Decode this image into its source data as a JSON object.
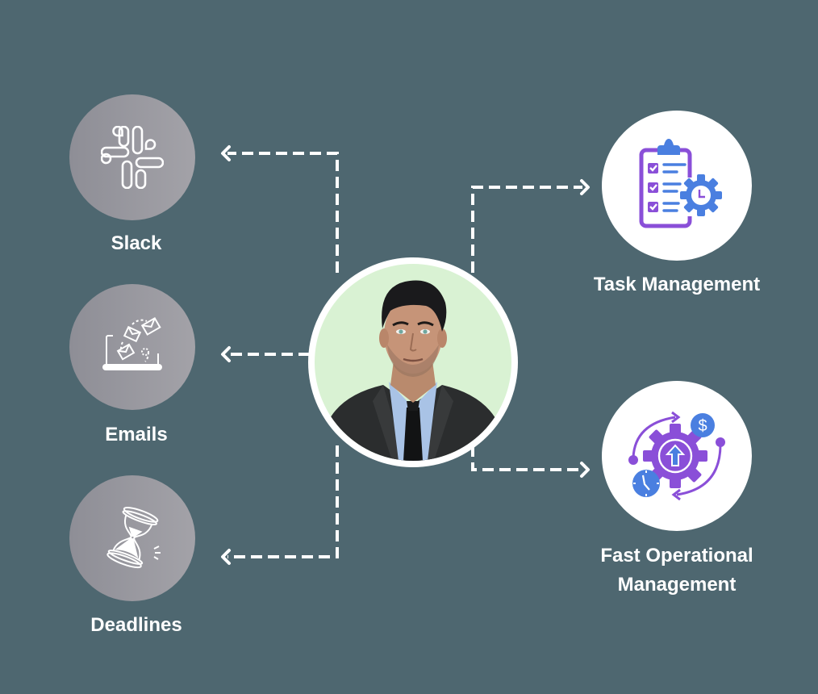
{
  "colors": {
    "background": "#4e6770",
    "left_circle_start": "#8e8e96",
    "left_circle_end": "#a3a2a8",
    "right_circle": "#ffffff",
    "connector": "#ffffff",
    "icon_purple": "#8a4fd8",
    "icon_blue": "#4a7fe0",
    "avatar_bg": "#d9f2d3"
  },
  "center": {
    "name": "person-avatar",
    "description": "Professional man in dark suit and tie"
  },
  "left_nodes": [
    {
      "label": "Slack",
      "icon": "slack-icon"
    },
    {
      "label": "Emails",
      "icon": "emails-laptop-icon"
    },
    {
      "label": "Deadlines",
      "icon": "hourglass-icon"
    }
  ],
  "right_nodes": [
    {
      "label": "Task Management",
      "icon": "clipboard-checklist-gear-icon"
    },
    {
      "label_line1": "Fast Operational",
      "label_line2": "Management",
      "icon": "gear-cycle-dollar-clock-icon"
    }
  ]
}
